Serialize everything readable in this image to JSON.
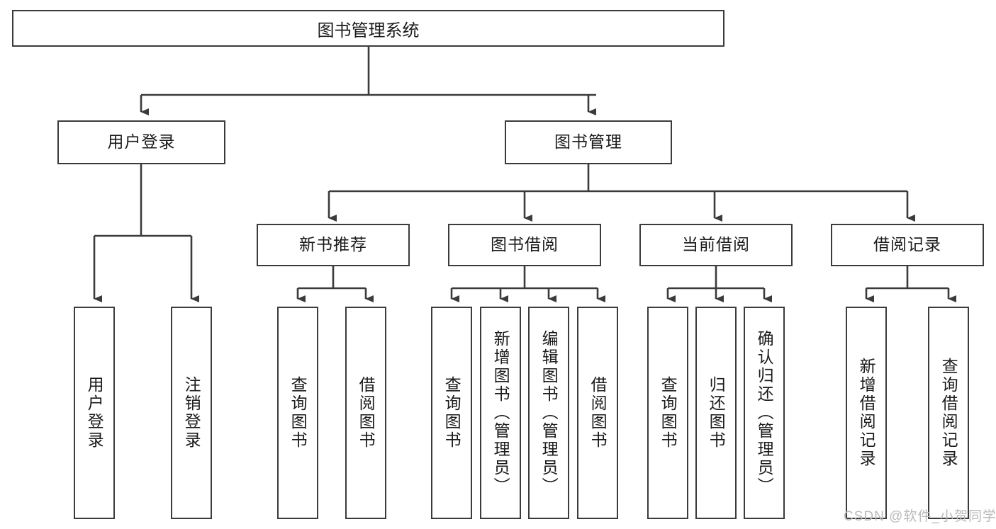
{
  "diagram": {
    "title": "图书管理系统",
    "type": "tree-hierarchy-diagram",
    "colors": {
      "stroke": "#3b3b3b",
      "fill": "#ffffff",
      "text": "#1b1b1b",
      "watermark": "#b9b9b9"
    },
    "root": {
      "label": "图书管理系统"
    },
    "level2": [
      {
        "label": "用户登录"
      },
      {
        "label": "图书管理"
      }
    ],
    "level3": [
      {
        "label": "新书推荐"
      },
      {
        "label": "图书借阅"
      },
      {
        "label": "当前借阅"
      },
      {
        "label": "借阅记录"
      }
    ],
    "leaves": {
      "user_login": [
        {
          "label": "用户登录"
        },
        {
          "label": "注销登录"
        }
      ],
      "new_book_recommend": [
        {
          "label": "查询图书"
        },
        {
          "label": "借阅图书"
        }
      ],
      "book_borrow": [
        {
          "label": "查询图书"
        },
        {
          "label": "新增图书（管理员）"
        },
        {
          "label": "编辑图书（管理员）"
        },
        {
          "label": "借阅图书"
        }
      ],
      "current_borrow": [
        {
          "label": "查询图书"
        },
        {
          "label": "归还图书"
        },
        {
          "label": "确认归还（管理员）"
        }
      ],
      "borrow_record": [
        {
          "label": "新增借阅记录"
        },
        {
          "label": "查询借阅记录"
        }
      ]
    },
    "watermark": "CSDN @软件_小贺同学"
  }
}
